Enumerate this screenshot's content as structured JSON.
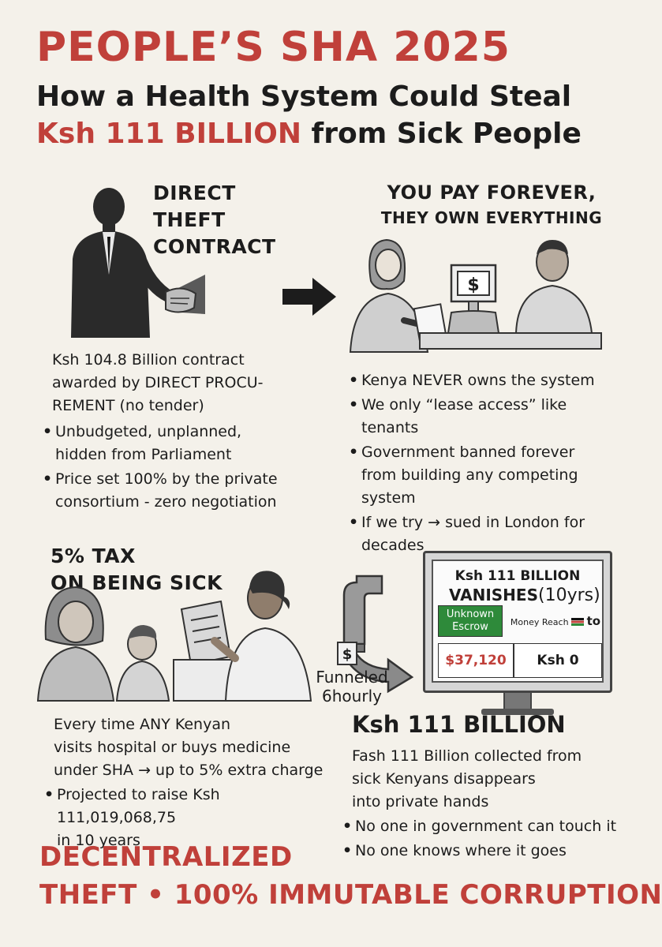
{
  "colors": {
    "accent_red": "#c0403a",
    "ink": "#1c1c1c",
    "background": "#f4f1ea",
    "escrow_green": "#2e8a3a"
  },
  "title": {
    "main": "PEOPLE’S SHA 2025",
    "subtitle_line1": "How a Health System Could Steal",
    "subtitle_highlight": "Ksh 111 BILLION",
    "subtitle_rest": " from Sick People"
  },
  "section_direct": {
    "heading_line1": "DIRECT",
    "heading_line2": "THEFT",
    "heading_line3": "CONTRACT",
    "intro_line1": "Ksh 104.8 Billion contract",
    "intro_line2": "awarded by DIRECT PROCU-",
    "intro_line3": "REMENT (no tender)",
    "bullet1_line1": "Unbudgeted, unplanned,",
    "bullet1_line2": "hidden from Parliament",
    "bullet2_line1": "Price set 100% by the private",
    "bullet2_line2": "consortium - zero negotiation",
    "illustration_icon": "handshake-icon"
  },
  "section_pay": {
    "heading_line1": "YOU PAY FOREVER,",
    "heading_line2": "THEY OWN EVERYTHING",
    "bullet1": "Kenya NEVER owns the system",
    "bullet2": "We only “lease access” like tenants",
    "bullet3_line1": "Government banned forever",
    "bullet3_line2": "from building any competing",
    "bullet3_line3": "system",
    "bullet4_line1": "If we try → sued in London for",
    "bullet4_line2": "decades",
    "register_symbol": "$"
  },
  "section_tax": {
    "heading_line1": "5% TAX",
    "heading_line2": "ON BEING SICK",
    "intro_line1": "Every time ANY Kenyan",
    "intro_line2": "visits hospital or buys medicine",
    "intro_line3": "under SHA → up to 5% extra charge",
    "bullet1_line1": "Projected to raise Ksh 111,019,068,75",
    "bullet1_line2": "in 10 years"
  },
  "section_vanish": {
    "pipe_symbol": "$",
    "pipe_label_line1": "Funneled",
    "pipe_label_line2": "6hourly",
    "screen_title_line1": "Ksh 111 BILLION",
    "screen_title_line2": "VANISHES",
    "screen_title_suffix": "(10yrs)",
    "escrow_line1": "Unknown",
    "escrow_line2": "Escrow",
    "reach_label": "Money Reach",
    "reach_suffix": "to",
    "amount_left": "$37,120",
    "amount_right": "Ksh 0",
    "heading": "Ksh 111 BILLION",
    "intro_line1": "Fash 111 Billion collected from",
    "intro_line2": "sick Kenyans disappears",
    "intro_line3": "into private hands",
    "bullet1": "No one in government can touch it",
    "bullet2": "No one knows where it goes"
  },
  "footer": {
    "line1": "DECENTRALIZED",
    "line2": "THEFT • 100% IMMUTABLE CORRUPTION"
  }
}
